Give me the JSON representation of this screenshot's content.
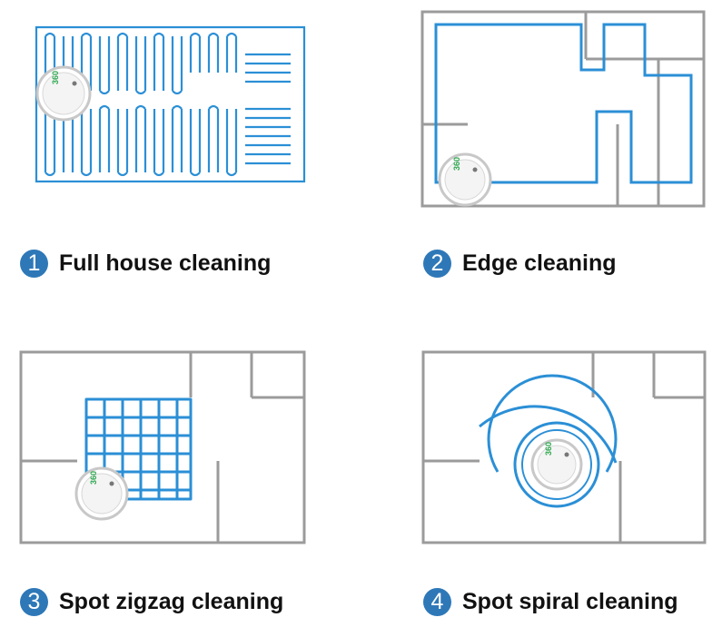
{
  "colors": {
    "wall": "#9b9b9b",
    "path": "#2b8fd6",
    "badge": "#2e78b8",
    "robot_logo": "#2fa84f"
  },
  "robot": {
    "logo_text": "360",
    "icon": "robot-vacuum-icon"
  },
  "modes": [
    {
      "number": "1",
      "label": "Full house cleaning"
    },
    {
      "number": "2",
      "label": "Edge cleaning"
    },
    {
      "number": "3",
      "label": "Spot zigzag cleaning"
    },
    {
      "number": "4",
      "label": "Spot spiral cleaning"
    }
  ]
}
